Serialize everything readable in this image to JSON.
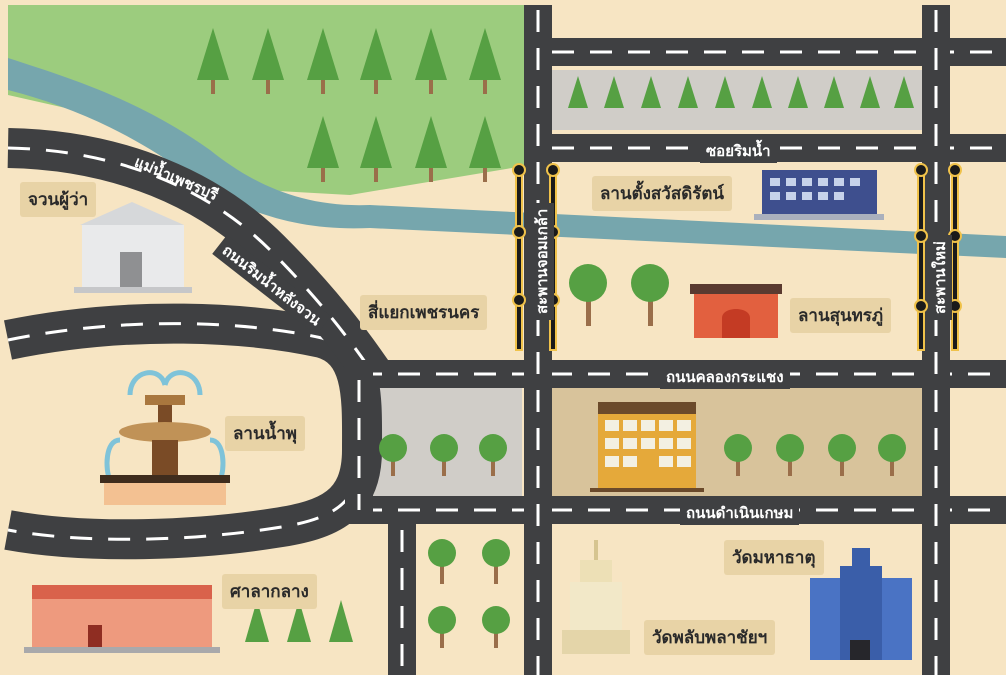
{
  "map": {
    "colors": {
      "land": "#f7e5c3",
      "park": "#9ccc7e",
      "river": "#76a6ad",
      "road": "#3f4042",
      "road_marking": "#ffffff",
      "plaza": "#d0cdc8",
      "ground_tan": "#d8c39b",
      "label_bg": "#e8d3a6",
      "tree": "#56a043",
      "tree_trunk": "#9a6e4a"
    },
    "roads": {
      "soi_rim_nam": "ซอยริมน้ำ",
      "riverside_road": "ถนนริมน้ำหลังจวน",
      "khlong_krachaeng": "ถนนคลองกระแชง",
      "damnoen_kasem": "ถนนดำเนินเกษม",
      "chomklao_bridge": "สะพานจอมเกล้า",
      "lamai_bridge": "สะพานใหม่"
    },
    "river": "แม่น้ำเพชรบุรี",
    "places": {
      "governor": "จวนผู้ว่า",
      "sawatdirat": "ลานตั้งสวัสดิรัตน์",
      "sunthon_phu": "ลานสุนทรภู่",
      "intersection": "สี่แยกเพชรนคร",
      "fountain": "ลานน้ำพุ",
      "mahathat": "วัดมหาธาตุ",
      "phlap": "วัดพลับพลาชัยฯ",
      "sala_klang": "ศาลากลาง"
    }
  }
}
